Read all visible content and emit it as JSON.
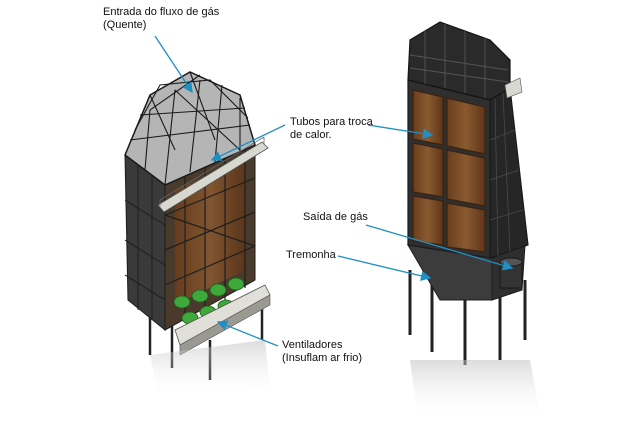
{
  "labels": {
    "hot_gas_inlet": {
      "line1": "Entrada do fluxo de gás",
      "line2": "(Quente)"
    },
    "heat_exchange_tubes": {
      "line1": "Tubos para troca",
      "line2": "de calor."
    },
    "gas_outlet": {
      "text": "Saída de gás"
    },
    "hopper": {
      "text": "Tremonha"
    },
    "fans": {
      "line1": "Ventiladores",
      "line2": "(Insuflam ar frio)"
    }
  },
  "colors": {
    "arrow": "#1f8fc4",
    "frame": "#2b2b2b",
    "panel_wood": "#7a4a25",
    "fan_green": "#3fa83a",
    "casing": "#3a3a3a",
    "background": "#ffffff"
  }
}
